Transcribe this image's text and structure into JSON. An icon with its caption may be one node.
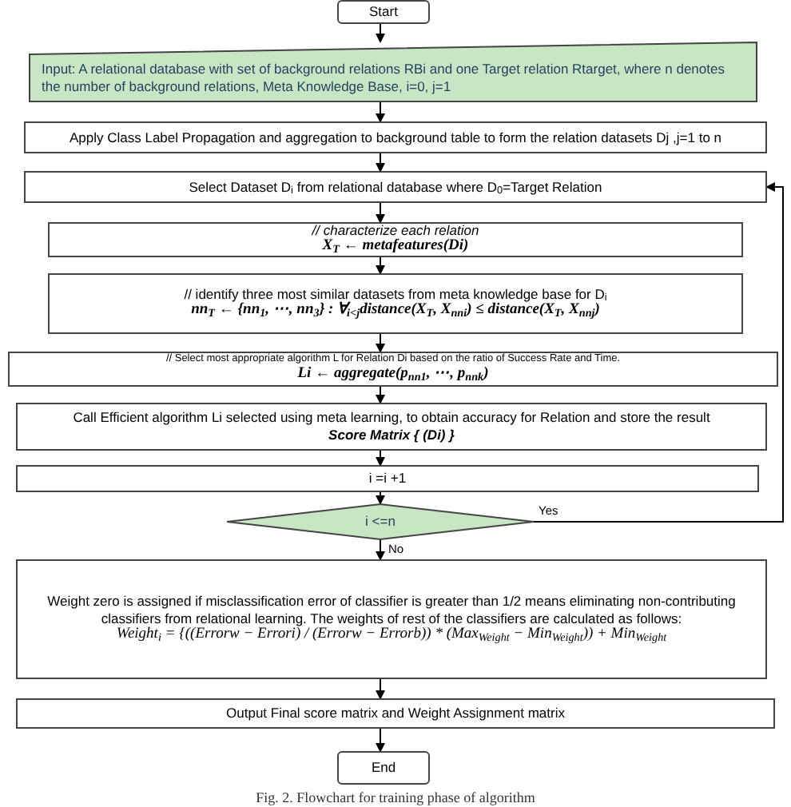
{
  "diagram": {
    "caption": "Fig. 2. Flowchart for training phase of algorithm",
    "nodes": [
      {
        "text": [
          "Start"
        ]
      },
      {
        "text": [
          "Input: A relational database with set of background relations RBi and one Target relation Rtarget, where n denotes the number of background relations, Meta Knowledge Base, i=0, j=1"
        ]
      },
      {
        "text": [
          "Apply Class Label Propagation and aggregation to background table to form the relation datasets Dj ,j=1 to n"
        ]
      },
      {
        "text": [
          "Select Dataset D$_{i}$ from relational database where D$_{0}$=Target Relation"
        ]
      },
      {
        "text": [
          "// characterize each relation",
          "X$_{T}$ ← metafeatures(Di)"
        ]
      },
      {
        "text": [
          "// identify three most similar datasets from meta knowledge base for D$_{i}$",
          "nn$_{T}$ ← {nn$_{1}$, ⋯, nn$_{3}$} : ∀$_{i<j}$distance(X$_{T}$, X$_{nni}$) ≤ distance(X$_{T}$, X$_{nnj}$)"
        ]
      },
      {
        "text": [
          "// Select most appropriate algorithm L for Relation Di based on the ratio of Success Rate and Time.",
          "Li ← aggregate(p$_{nn1}$, ⋯, p$_{nnk}$)"
        ]
      },
      {
        "text": [
          "Call Efficient algorithm Li selected using meta learning, to obtain accuracy for Relation and store the result",
          "Score Matrix { (Di) }"
        ]
      },
      {
        "text": [
          "i =i +1"
        ]
      },
      {
        "text": [
          "i <=n"
        ]
      },
      {
        "text": [
          "Weight zero is assigned if misclassification error of classifier is greater than 1/2 means eliminating non-contributing classifiers from relational learning. The weights of rest of the classifiers are calculated as follows:",
          "Weight$_{i}$ = {((Errorw − Errori) / (Errorw − Errorb)) * (Max$_{Weight}$ − Min$_{Weight}$)) + Min$_{Weight}$"
        ]
      },
      {
        "text": [
          "Output Final score matrix and Weight Assignment matrix"
        ]
      },
      {
        "text": [
          "End"
        ]
      }
    ],
    "edges": [
      {
        "from": 0,
        "to": 1,
        "arrow": "to"
      },
      {
        "from": 1,
        "to": 2,
        "arrow": "to"
      },
      {
        "from": 2,
        "to": 3,
        "arrow": "to"
      },
      {
        "from": 3,
        "to": 4,
        "arrow": "to"
      },
      {
        "from": 4,
        "to": 5,
        "arrow": "to"
      },
      {
        "from": 5,
        "to": 6,
        "arrow": "to"
      },
      {
        "from": 6,
        "to": 7,
        "arrow": "to"
      },
      {
        "from": 7,
        "to": 8,
        "arrow": "to"
      },
      {
        "from": 8,
        "to": 9,
        "arrow": "to"
      },
      {
        "from": 9,
        "to": 3,
        "arrow": "to",
        "label": "Yes"
      },
      {
        "from": 9,
        "to": 10,
        "arrow": "to",
        "label": "No"
      },
      {
        "from": 10,
        "to": 11,
        "arrow": "to"
      },
      {
        "from": 11,
        "to": 12,
        "arrow": "to"
      }
    ]
  }
}
